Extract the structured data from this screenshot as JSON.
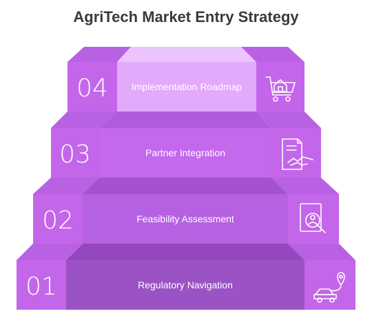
{
  "title": "AgriTech Market Entry Strategy",
  "steps": [
    {
      "number": "01",
      "label": "Regulatory Navigation",
      "icon": "map-route-icon"
    },
    {
      "number": "02",
      "label": "Feasibility Assessment",
      "icon": "inspection-magnifier-icon"
    },
    {
      "number": "03",
      "label": "Partner Integration",
      "icon": "partnership-agreement-icon"
    },
    {
      "number": "04",
      "label": "Implementation Roadmap",
      "icon": "house-cart-icon"
    }
  ],
  "colors": {
    "step1_center": "#9a52c4",
    "step2_center": "#b561e1",
    "step3_center": "#c468ed",
    "step4_center": "#e3a9fb",
    "side": "#c466ea",
    "title": "#3a3a3a"
  }
}
